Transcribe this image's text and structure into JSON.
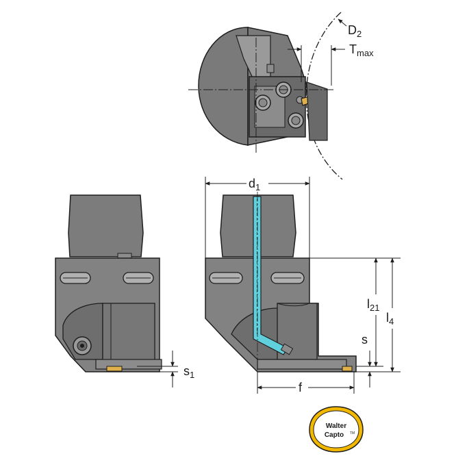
{
  "labels": {
    "D2": {
      "main": "D",
      "sub": "2"
    },
    "Tmax": {
      "main": "T",
      "sub": "max"
    },
    "d1": {
      "main": "d",
      "sub": "1"
    },
    "l21": {
      "main": "l",
      "sub": "21"
    },
    "l4": {
      "main": "l",
      "sub": "4"
    },
    "s": {
      "main": "s"
    },
    "s1": {
      "main": "s",
      "sub": "1"
    },
    "f": {
      "main": "f"
    }
  },
  "logo": {
    "line1": "Walter",
    "line2": "Capto",
    "tm": "TM"
  },
  "colors": {
    "body_dark": "#6e6e6e",
    "body_mid": "#8a8a8a",
    "body_light": "#a6a6a6",
    "outline": "#1e1e1e",
    "coolant": "#5fd0dc",
    "insert": "#e0b04a",
    "logo_fill": "#f2b800"
  }
}
